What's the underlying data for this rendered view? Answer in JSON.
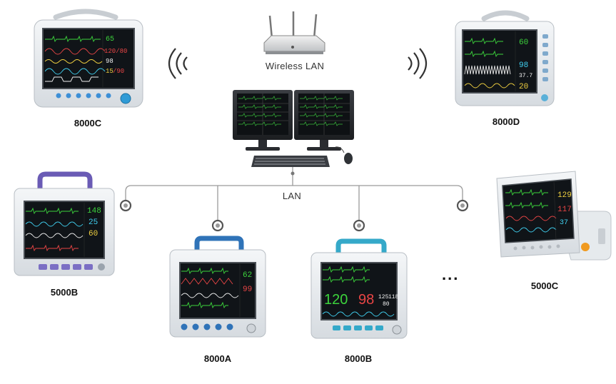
{
  "network": {
    "wireless_label": "Wireless LAN",
    "lan_label": "LAN",
    "more_indicator": "..."
  },
  "devices": {
    "m8000c": "8000C",
    "m8000d": "8000D",
    "m5000b": "5000B",
    "m8000a": "8000A",
    "m8000b": "8000B",
    "m5000c": "5000C"
  },
  "readings": {
    "m8000c": [
      "65",
      "120/80",
      "98",
      "15",
      "/90"
    ],
    "m8000d": [
      "60",
      "98",
      "37.7",
      "20"
    ],
    "m5000b": [
      "148",
      "25",
      "60"
    ],
    "m8000a": [
      "62",
      "99"
    ],
    "m8000b": [
      "120",
      "98",
      "125",
      "118",
      "80"
    ],
    "m5000c": [
      "129",
      "117",
      "37"
    ]
  },
  "colors": {
    "screen": "#101418",
    "monitor_body": "#e8ecef",
    "handle_purple": "#6a5bb5",
    "handle_blue": "#2f73b8",
    "handle_cyan": "#35a9c9",
    "lan_line": "#9a9a9a",
    "ecg_green": "#3cd43c",
    "value_red": "#e84545",
    "value_yellow": "#f0d040",
    "value_cyan": "#40d0f0"
  }
}
